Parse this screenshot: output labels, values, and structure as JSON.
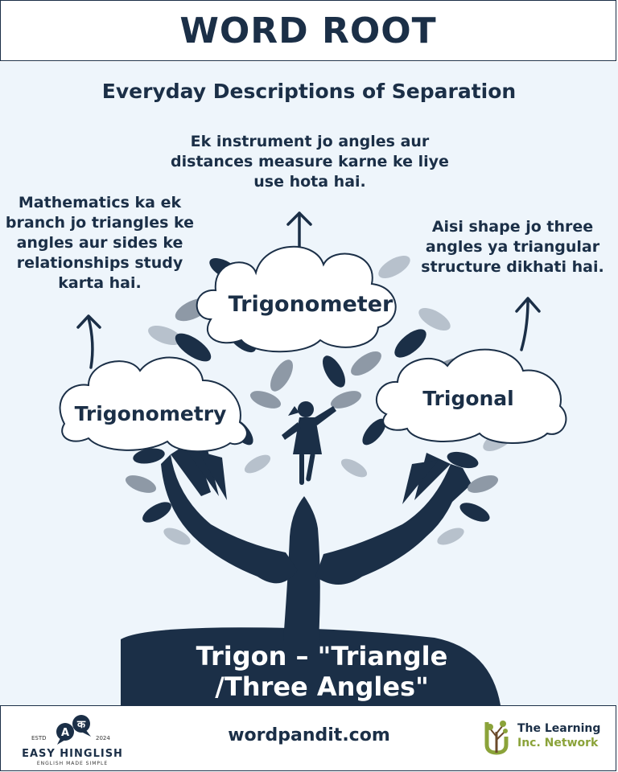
{
  "header": {
    "title": "WORD ROOT"
  },
  "subtitle": "Everyday Descriptions of Separation",
  "descriptions": {
    "top": "Ek instrument jo angles aur distances measure karne ke liye use hota hai.",
    "left": "Mathematics ka ek branch jo triangles ke angles aur sides ke relationships study karta hai.",
    "right": "Aisi shape jo three angles ya triangular structure dikhati hai."
  },
  "clouds": {
    "left": "Trigonometry",
    "center": "Trigonometer",
    "right": "Trigonal"
  },
  "root": {
    "line1": "Trigon – \"Triangle",
    "line2": "/Three Angles\""
  },
  "footer": {
    "url": "wordpandit.com",
    "left_brand": {
      "estd": "ESTD",
      "year": "2024",
      "name": "EASY HINGLISH",
      "tagline": "ENGLISH MADE SIMPLE",
      "badge_a": "A",
      "badge_k": "क"
    },
    "right_brand": {
      "line1": "The Learning",
      "line2": "Inc. Network"
    }
  },
  "colors": {
    "navy": "#1b2f47",
    "background": "#eef5fb",
    "leaf_gray": "#8e99a6",
    "accent_green": "#8ba33a"
  },
  "icons": [
    "arrow-up-icon",
    "cloud-icon",
    "hands-icon",
    "girl-silhouette-icon",
    "tree-leaves-icon",
    "speech-bubble-icon",
    "tree-logo-icon"
  ]
}
